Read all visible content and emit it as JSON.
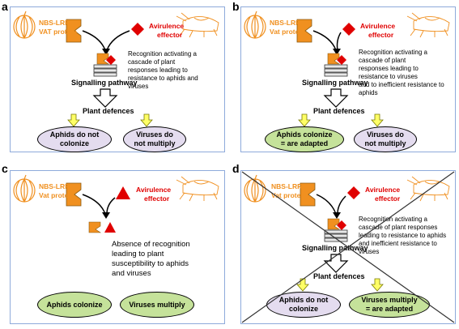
{
  "panels": {
    "a": {
      "letter": "a",
      "vat_label_1": "NBS-LRR",
      "vat_label_2": "VAT protein",
      "effector_label_1": "Avirulence",
      "effector_label_2": "effector",
      "description": [
        "Recognition activating a",
        "cascade of plant",
        "responses leading to",
        "resistance to aphids and",
        "viruses"
      ],
      "signalling": "Signalling pathway",
      "defences": "Plant defences",
      "outcome_left": [
        "Aphids do not",
        "colonize"
      ],
      "outcome_right": [
        "Viruses do",
        "not multiply"
      ]
    },
    "b": {
      "letter": "b",
      "vat_label_1": "NBS-LRR",
      "vat_label_2": "Vat protein",
      "effector_label_1": "Avirulence",
      "effector_label_2": "effector",
      "description": [
        "Recognition activating a",
        "cascade of plant",
        "responses leading to",
        "resistance to viruses",
        "and to inefficient resistance to",
        "aphids"
      ],
      "signalling": "Signalling pathway",
      "defences": "Plant defences",
      "outcome_left": [
        "Aphids colonize",
        "= are adapted"
      ],
      "outcome_right": [
        "Viruses do",
        "not multiply"
      ]
    },
    "c": {
      "letter": "c",
      "vat_label_1": "NBS-LRR",
      "vat_label_2": "Vat protein",
      "effector_label_1": "Avirulence",
      "effector_label_2": "effector",
      "description": [
        "Absence of recognition",
        "leading to plant",
        "susceptibility to aphids",
        "and viruses"
      ],
      "outcome_left": [
        "Aphids colonize"
      ],
      "outcome_right": [
        "Viruses multiply"
      ]
    },
    "d": {
      "letter": "d",
      "vat_label_1": "NBS-LRR",
      "vat_label_2": "Vat protein",
      "effector_label_1": "Avirulence",
      "effector_label_2": "effector",
      "description": [
        "Recognition activating a",
        "cascade of plant responses",
        "leading to resistance to aphids",
        "and inefficient resistance to",
        "viruses"
      ],
      "signalling": "Signalling pathway",
      "defences": "Plant defences",
      "outcome_left": [
        "Aphids do not",
        "colonize"
      ],
      "outcome_right": [
        "Viruses multiply",
        "= are adapted"
      ]
    }
  },
  "colors": {
    "orange": "#f09020",
    "red": "#e00000",
    "lavender": "#e4dcef",
    "green": "#c5e29a",
    "yellow_arrow": "#ffff66",
    "panel_border": "#8eaadb"
  }
}
